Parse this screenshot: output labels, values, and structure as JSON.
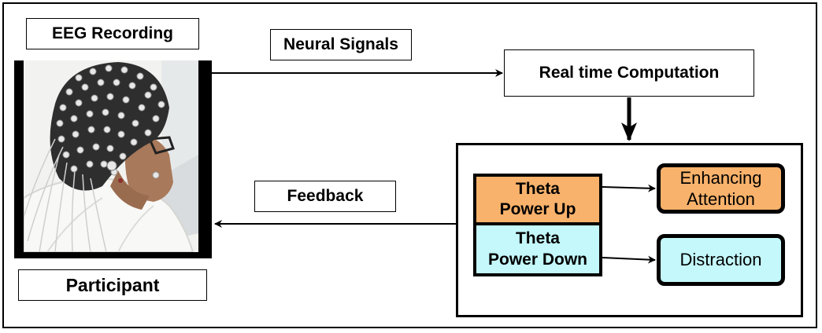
{
  "labels": {
    "eeg_recording": "EEG Recording",
    "participant": "Participant",
    "neural_signals": "Neural Signals",
    "feedback": "Feedback",
    "real_time_computation": "Real time Computation"
  },
  "states": {
    "theta_up_line1": "Theta",
    "theta_up_line2": "Power Up",
    "theta_down_line1": "Theta",
    "theta_down_line2": "Power Down"
  },
  "outcomes": {
    "enhancing_line1": "Enhancing",
    "enhancing_line2": "Attention",
    "distraction": "Distraction"
  },
  "colors": {
    "theta_up_fill": "#f9b26b",
    "theta_down_fill": "#c4f8fb"
  }
}
